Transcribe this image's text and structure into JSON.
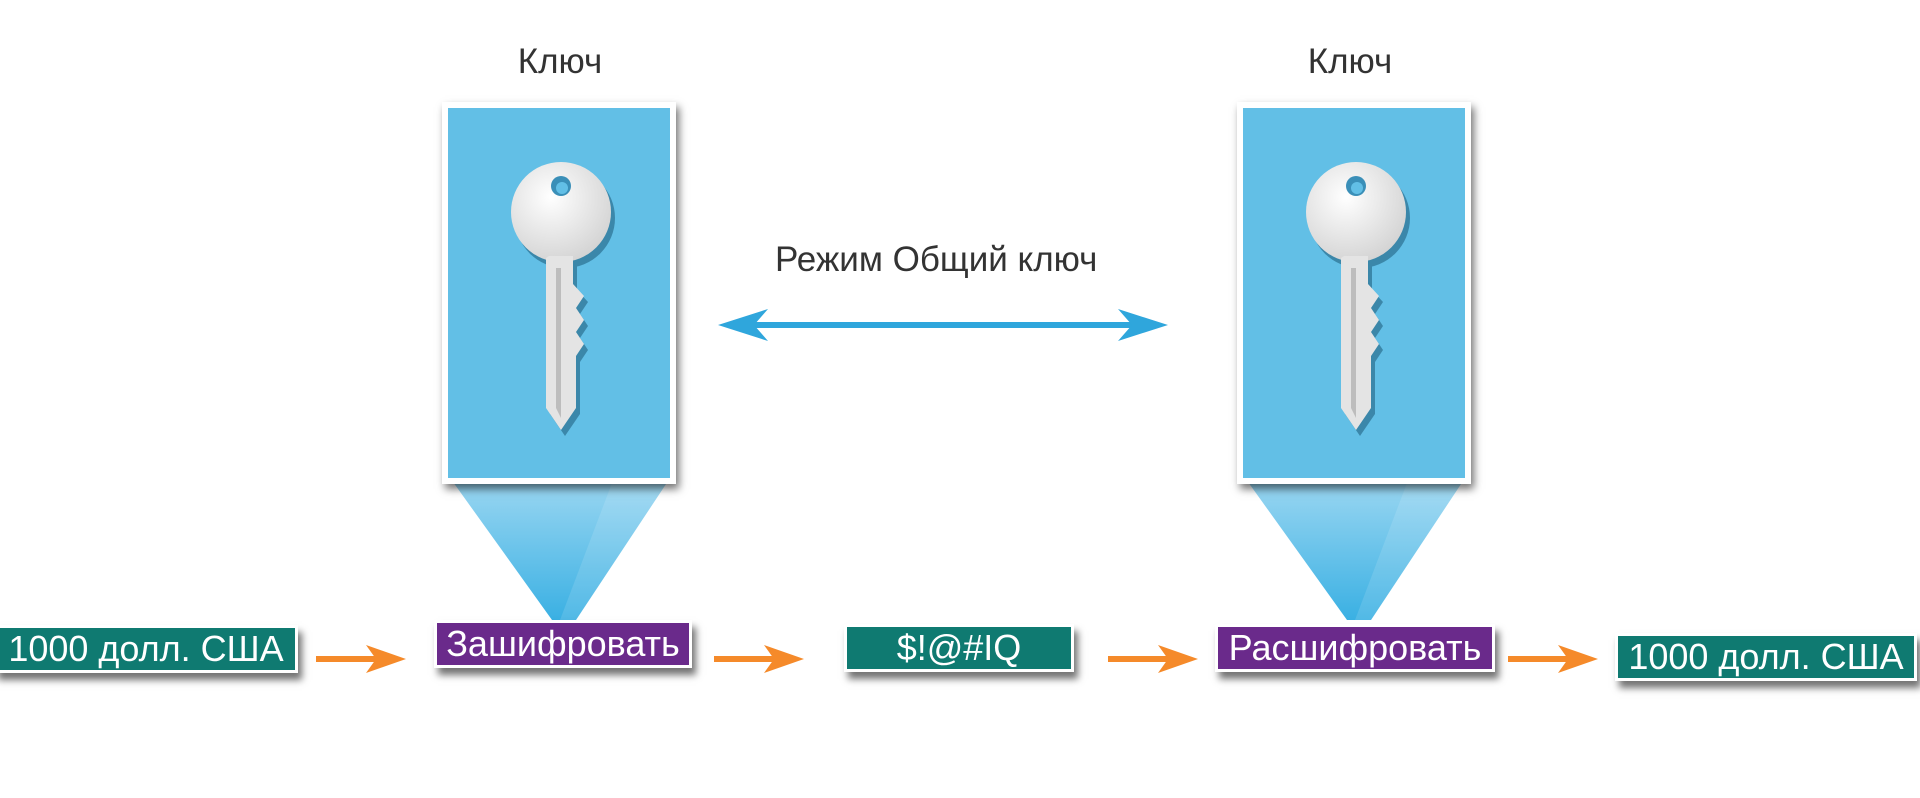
{
  "left_key": {
    "title": "Ключ"
  },
  "right_key": {
    "title": "Ключ"
  },
  "mode": {
    "label": "Режим Общий ключ"
  },
  "flow": {
    "plaintext_in": "1000 долл. США",
    "encrypt": "Зашифровать",
    "ciphertext": "$!@#IQ",
    "decrypt": "Расшифровать",
    "plaintext_out": "1000 долл. США"
  },
  "colors": {
    "panel_blue": "#62bfe6",
    "mode_arrow_blue": "#2fa6dc",
    "flow_arrow_orange": "#f58a2a",
    "teal_box": "#0f7a71",
    "purple_box": "#6a2a8b"
  }
}
